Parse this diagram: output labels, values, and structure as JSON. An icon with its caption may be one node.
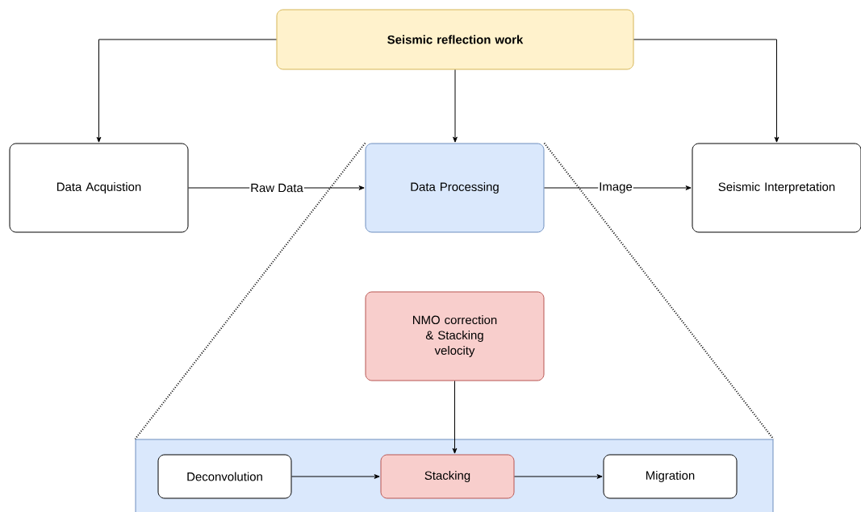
{
  "diagram": {
    "nodes": [
      {
        "text": [
          "Seismic reflection work"
        ]
      },
      {
        "text": [
          "Data Acquistion"
        ]
      },
      {
        "text": [
          "Data Processing"
        ]
      },
      {
        "text": [
          "Seismic Interpretation"
        ]
      },
      {
        "text": [
          "NMO correction & Stacking velocity"
        ]
      },
      {
        "text": [],
        "shape": "box"
      },
      {
        "text": [
          "Deconvolution"
        ],
        "in": 5
      },
      {
        "text": [
          "Stacking"
        ],
        "in": 5
      },
      {
        "text": [
          "Migration"
        ],
        "in": 5
      }
    ],
    "edges": [
      {
        "from": 0,
        "to": 1,
        "arrow": "to"
      },
      {
        "from": 0,
        "to": 2,
        "arrow": "to"
      },
      {
        "from": 0,
        "to": 3,
        "arrow": "to"
      },
      {
        "from": 1,
        "to": 2,
        "arrow": "to",
        "label": "Raw Data"
      },
      {
        "from": 2,
        "to": 3,
        "arrow": "to",
        "label": "Image"
      },
      {
        "from": 2,
        "to": 5,
        "arrow": "none",
        "style": "dashed"
      },
      {
        "from": 2,
        "to": 5,
        "arrow": "none",
        "style": "dashed"
      },
      {
        "from": 4,
        "to": 7,
        "arrow": "to"
      },
      {
        "from": 6,
        "to": 7,
        "arrow": "to"
      },
      {
        "from": 7,
        "to": 8,
        "arrow": "to"
      }
    ]
  }
}
